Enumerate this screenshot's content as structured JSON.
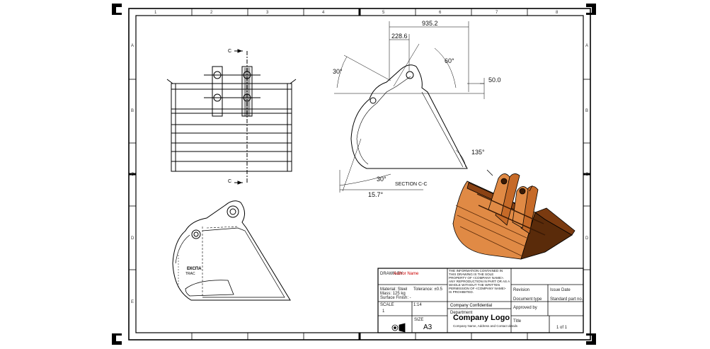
{
  "sheet": {
    "columns": [
      "1",
      "2",
      "3",
      "4",
      "5",
      "6",
      "7",
      "8"
    ],
    "rows": [
      "A",
      "B",
      "C",
      "D",
      "E"
    ]
  },
  "dimensions": {
    "d1": "935.2",
    "d2": "228.6",
    "d3": "60°",
    "d4": "30°",
    "d5": "50.0",
    "d6": "135°",
    "d7": "30°",
    "d8": "15.7°",
    "section": "SECTION C-C",
    "cut_label_top": "C",
    "cut_label_bottom": "C"
  },
  "title_block": {
    "drawn_by": "DRAWN BY",
    "author": "Author Name",
    "confidential_notice": "THE INFORMATION CONTAINED IN THIS DRAWING IS THE SOLE PROPERTY OF <COMPANY NAME>. ANY REPRODUCTION IN PART OR AS A WHOLE WITHOUT THE WRITTEN PERMISSION OF <COMPANY NAME> IS PROHIBITED.",
    "material_lines": [
      "Material: Steel",
      "Mass: 125 kg",
      "Surface Finish: -",
      "Tolerance: ±0.5"
    ],
    "scale_label": "SCALE",
    "scale": "1:14",
    "sheet_no": "1",
    "size_label": "SIZE",
    "size": "A3",
    "confidential": "Company Confidential",
    "department": "Department",
    "logo": "Company Logo",
    "address": "Company Name, Address and Contact details",
    "revision": "Revision",
    "issue_date": "Issue Date",
    "document_type": "Document type",
    "approved_by": "Approved by",
    "title_label": "Title",
    "standard": "Standard part no.",
    "sheet_count": "1 of 1"
  },
  "colors": {
    "line": "#000000",
    "bucket_dark": "#5a2b0a",
    "bucket_mid": "#b0561c",
    "bucket_light": "#e08a45",
    "accent_red": "#cc0000"
  }
}
